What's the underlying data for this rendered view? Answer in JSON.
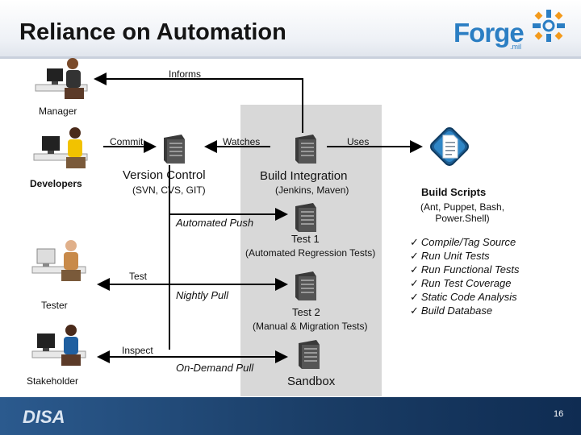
{
  "title": "Reliance on Automation",
  "logo": {
    "word": "Forge",
    "sub": ".mil"
  },
  "footer": {
    "org": "DISA",
    "page": "16"
  },
  "roles": {
    "manager": "Manager",
    "developers": "Developers",
    "tester": "Tester",
    "stakeholder": "Stakeholder"
  },
  "edges": {
    "informs": "Informs",
    "commit": "Commit",
    "watches": "Watches",
    "uses": "Uses",
    "automated_push": "Automated Push",
    "test": "Test",
    "nightly_pull": "Nightly Pull",
    "inspect": "Inspect",
    "on_demand_pull": "On-Demand Pull"
  },
  "nodes": {
    "version_control": {
      "name": "Version Control",
      "detail": "(SVN, CVS, GIT)"
    },
    "build_integration": {
      "name": "Build Integration",
      "detail": "(Jenkins, Maven)"
    },
    "build_scripts": {
      "name": "Build Scripts",
      "detail_line1": "(Ant, Puppet, Bash,",
      "detail_line2": "Power.Shell)"
    },
    "test1": {
      "name": "Test 1",
      "detail": "(Automated Regression Tests)"
    },
    "test2": {
      "name": "Test 2",
      "detail": "(Manual & Migration Tests)"
    },
    "sandbox": {
      "name": "Sandbox"
    }
  },
  "checklist": [
    "Compile/Tag Source",
    "Run Unit Tests",
    "Run Functional Tests",
    "Run Test Coverage",
    "Static Code Analysis",
    "Build Database"
  ],
  "colors": {
    "title": "#141414",
    "logo_blue": "#2b7ec3",
    "logo_orange": "#f39a1c",
    "shade": "#d8d8d8",
    "footer": "#1a3d66",
    "arrow": "#000000"
  }
}
